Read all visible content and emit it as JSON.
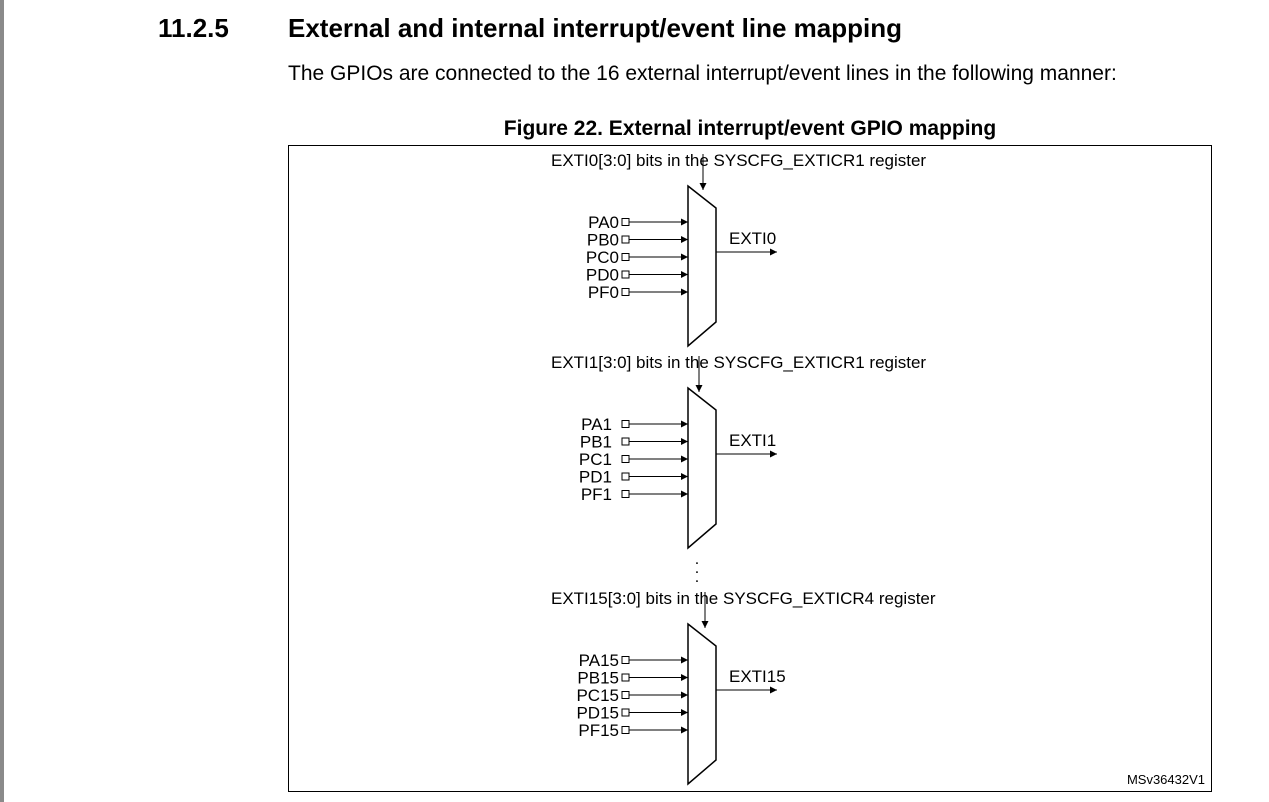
{
  "section": {
    "number": "11.2.5",
    "title": "External and internal interrupt/event line mapping"
  },
  "intro": "The GPIOs are connected to the 16 external interrupt/event lines in the following manner:",
  "figure": {
    "caption": "Figure 22. External interrupt/event GPIO mapping",
    "id": "MSv36432V1",
    "continuation": ".\n.\n.",
    "muxes": [
      {
        "select_label": "EXTI0[3:0] bits in the SYSCFG_EXTICR1 register",
        "output": "EXTI0",
        "inputs": [
          "PA0",
          "PB0",
          "PC0",
          "PD0",
          "PF0"
        ]
      },
      {
        "select_label": "EXTI1[3:0] bits in the SYSCFG_EXTICR1 register",
        "output": "EXTI1",
        "inputs": [
          "PA1",
          "PB1",
          "PC1",
          "PD1",
          "PF1"
        ]
      },
      {
        "select_label": "EXTI15[3:0] bits in the SYSCFG_EXTICR4 register",
        "output": "EXTI15",
        "inputs": [
          "PA15",
          "PB15",
          "PC15",
          "PD15",
          "PF15"
        ]
      }
    ]
  }
}
